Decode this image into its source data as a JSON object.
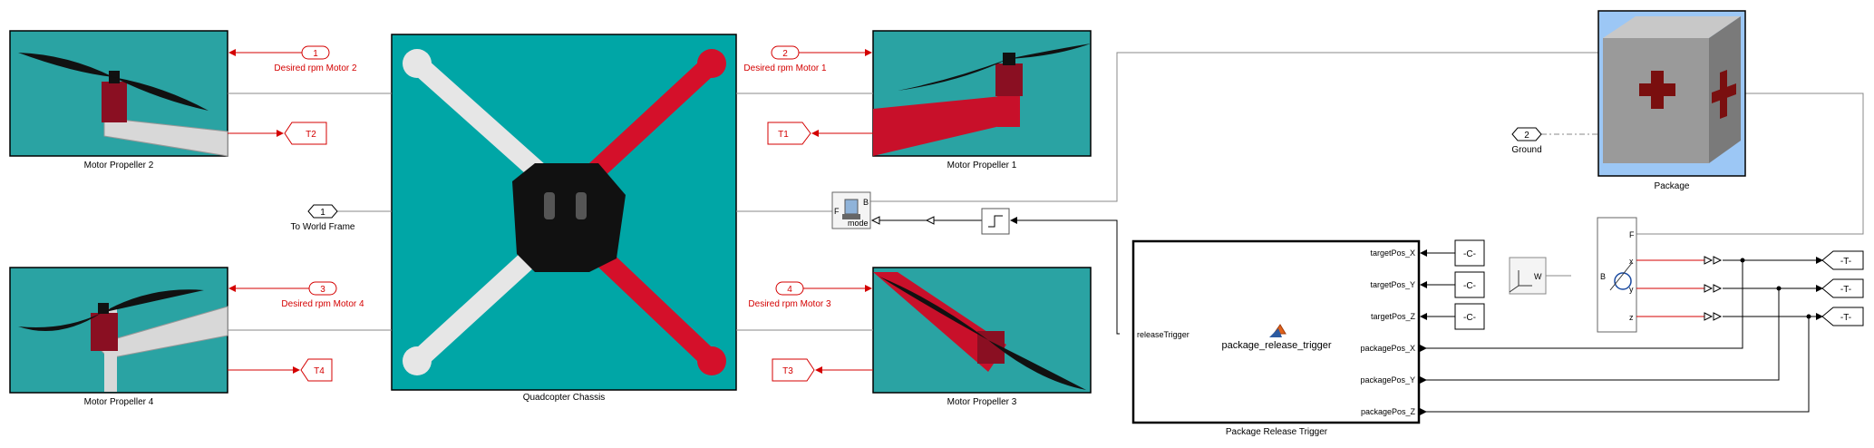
{
  "motors": {
    "mp2": {
      "label": "Motor Propeller 2"
    },
    "mp1": {
      "label": "Motor Propeller 1"
    },
    "mp4": {
      "label": "Motor Propeller 4"
    },
    "mp3": {
      "label": "Motor Propeller 3"
    }
  },
  "inports": {
    "rpm1": {
      "num": "2",
      "label": "Desired rpm Motor 1"
    },
    "rpm2": {
      "num": "1",
      "label": "Desired rpm Motor 2"
    },
    "rpm3": {
      "num": "4",
      "label": "Desired rpm Motor 3"
    },
    "rpm4": {
      "num": "3",
      "label": "Desired rpm Motor 4"
    },
    "world": {
      "num": "1",
      "label": "To World Frame"
    },
    "ground": {
      "num": "2",
      "label": "Ground"
    }
  },
  "gotos": {
    "t1": "T1",
    "t2": "T2",
    "t3": "T3",
    "t4": "T4",
    "tOut": "-T-"
  },
  "chassis": {
    "label": "Quadcopter Chassis"
  },
  "package": {
    "label": "Package"
  },
  "joint": {
    "f": "F",
    "b": "B",
    "mode": "mode"
  },
  "sensor": {
    "f": "F",
    "b": "B",
    "x": "x",
    "y": "y",
    "z": "z",
    "w": "W"
  },
  "constants": {
    "c": "-C-"
  },
  "release": {
    "name": "package_release_trigger",
    "label": "Package Release Trigger",
    "in_trigger": "releaseTrigger",
    "out_x": "targetPos_X",
    "out_y": "targetPos_Y",
    "out_z": "targetPos_Z",
    "in_x": "packagePos_X",
    "in_y": "packagePos_Y",
    "in_z": "packagePos_Z"
  },
  "colors": {
    "teal": "#2fa8a8",
    "red": "#d40000",
    "black_line": "#000000",
    "gray_line": "#888888",
    "sky": "#9cc7f5"
  }
}
